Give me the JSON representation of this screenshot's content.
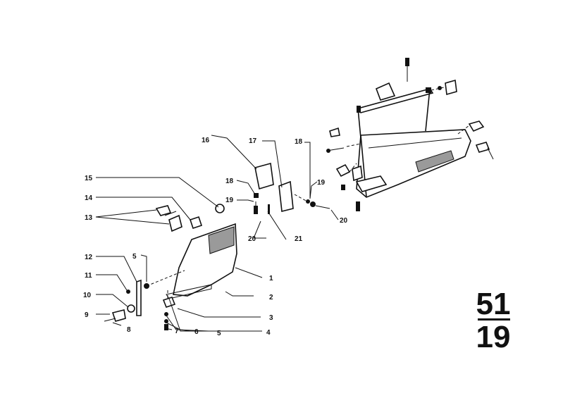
{
  "callouts": [
    "1",
    "2",
    "3",
    "4",
    "5",
    "5",
    "6",
    "7",
    "8",
    "9",
    "10",
    "11",
    "12",
    "13",
    "14",
    "15",
    "16",
    "17",
    "18",
    "18",
    "19",
    "19",
    "20",
    "20",
    "21"
  ],
  "group": {
    "top": "51",
    "bottom": "19"
  }
}
